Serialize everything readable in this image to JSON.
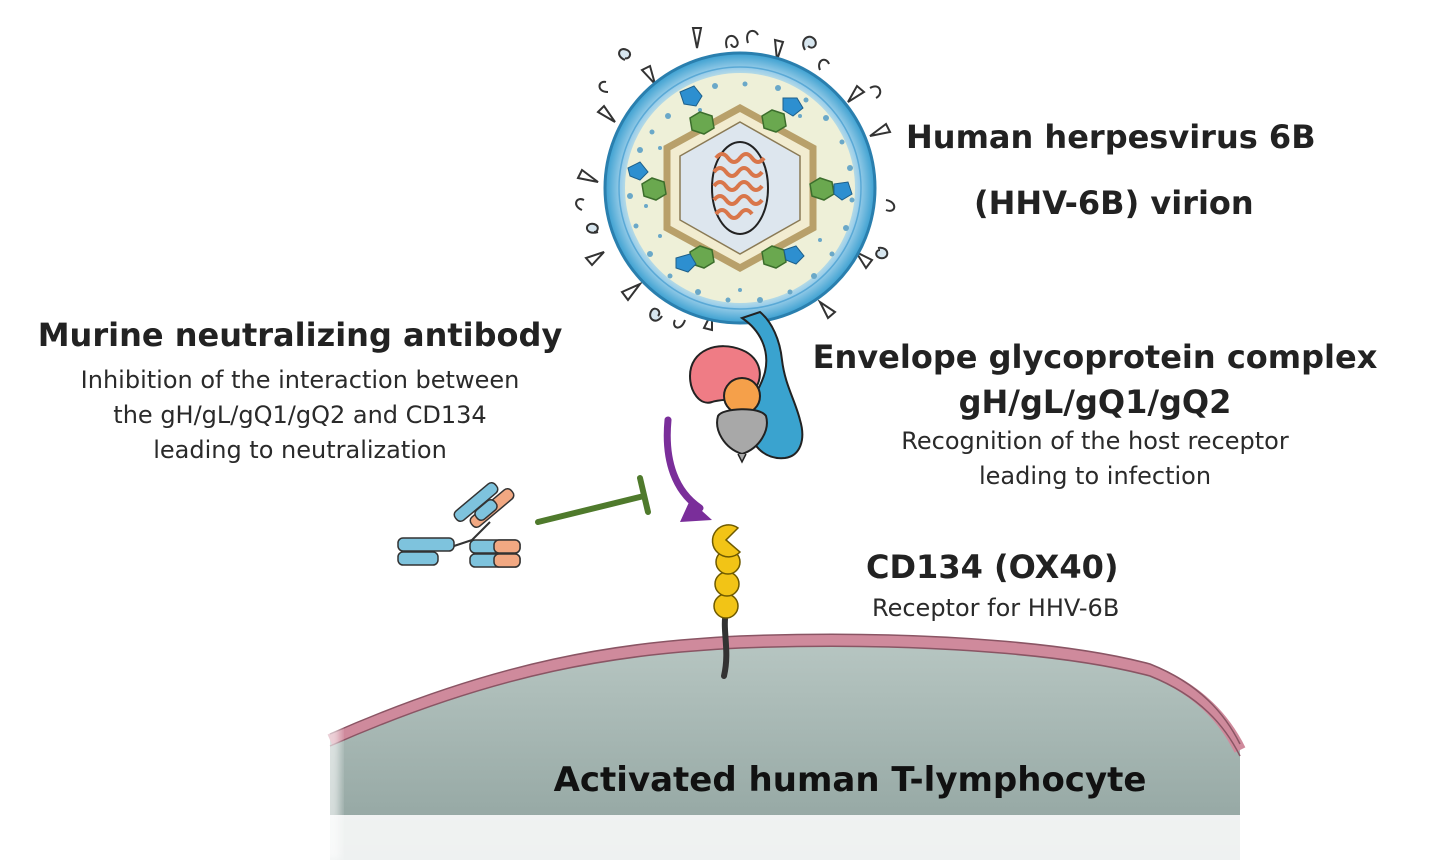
{
  "virion": {
    "title_line1": "Human herpesvirus 6B",
    "title_line2": "(HHV-6B) virion"
  },
  "antibody": {
    "title": "Murine neutralizing antibody",
    "desc_line1": "Inhibition of the interaction between",
    "desc_line2": "the gH/gL/gQ1/gQ2 and CD134",
    "desc_line3": "leading to neutralization"
  },
  "glycoprotein": {
    "title_line1": "Envelope glycoprotein complex",
    "title_line2": "gH/gL/gQ1/gQ2",
    "desc_line1": "Recognition of the host receptor",
    "desc_line2": "leading to infection"
  },
  "receptor": {
    "title": "CD134 (OX40)",
    "desc": "Receptor for HHV-6B"
  },
  "cell": {
    "label": "Activated human T-lymphocyte"
  },
  "colors": {
    "envelope": "#3a9fd0",
    "cell": "#a3b3b0",
    "membrane": "#cf8a9c",
    "binding_arrow": "#7a2e9a",
    "inhibition": "#4f7a2c",
    "receptor": "#f2c416"
  }
}
